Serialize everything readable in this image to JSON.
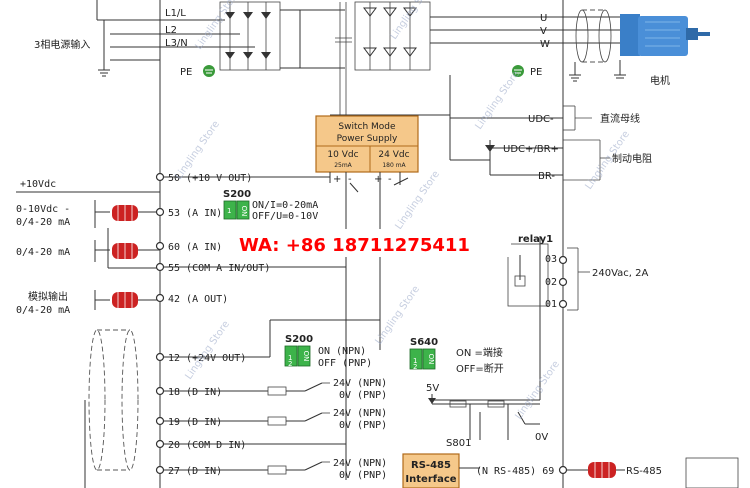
{
  "mains_labels": {
    "l1": "L1/L",
    "l2": "L2",
    "l3": "L3/N",
    "pe": "PE",
    "three_phase_input": "3相电源输入"
  },
  "motor_labels": {
    "u": "U",
    "v": "V",
    "w": "W",
    "pe": "PE",
    "motor": "电机"
  },
  "dc_labels": {
    "udc_minus": "UDC-",
    "dc_bus": "直流母线",
    "udc_plus_br": "UDC+/BR+",
    "brake_resistor": "制动电阻",
    "br_minus": "BR-"
  },
  "power_supply": {
    "title1": "Switch Mode",
    "title2": "Power Supply",
    "v10": "10 Vdc",
    "v10_current": "25mA",
    "v24": "24 Vdc",
    "v24_current": "180 mA",
    "plus": "+",
    "minus": "-"
  },
  "left_labels": {
    "p10vdc": "+10Vdc",
    "ain53_range1": "0-10Vdc -",
    "ain53_range2": "0/4-20 mA",
    "ain60_range": "0/4-20 mA",
    "aout_desc": "模拟输出",
    "aout_range": "0/4-20 mA"
  },
  "terminals": {
    "t50": "50 (+10 V OUT)",
    "t53": "53 (A IN)",
    "t60": "60 (A IN)",
    "t55": "55 (COM A IN/OUT)",
    "t42": "42 (A OUT)",
    "t12": "12 (+24V OUT)",
    "t18": "18 (D IN)",
    "t19": "19 (D IN)",
    "t20": "20 (COM D IN)",
    "t27": "27 (D IN)"
  },
  "switch_s200_a": {
    "name": "S200",
    "on": "ON",
    "pos1": "1",
    "pos2": "2",
    "desc1": "ON/I=0-20mA",
    "desc2": "OFF/U=0-10V"
  },
  "switch_s200_b": {
    "name": "S200",
    "on": "ON",
    "pos1": "1",
    "pos2": "2",
    "desc1": "ON  (NPN)",
    "desc2": "OFF (PNP)"
  },
  "switch_s640": {
    "name": "S640",
    "on": "ON",
    "pos1": "1",
    "pos2": "2",
    "desc1": "ON =端接",
    "desc2": "OFF=断开"
  },
  "din_labels": {
    "d18_24": "24V (NPN)",
    "d18_0": "0V (PNP)",
    "d19_24": "24V (NPN)",
    "d19_0": "0V (PNP)",
    "d27_24": "24V (NPN)",
    "d27_0": "0V (PNP)"
  },
  "relay": {
    "name": "relay1",
    "n03": "03",
    "n02": "02",
    "n01": "01",
    "rating": "240Vac, 2A"
  },
  "rs485": {
    "s801": "S801",
    "v5": "5V",
    "v0": "0V",
    "box1": "RS-485",
    "box2": "Interface",
    "term": "(N RS-485) 69",
    "ext": "RS-485"
  },
  "contact_banner": "WA: +86 18711275411",
  "watermark": "Lingling Store",
  "colors": {
    "ps_fill": "#f5c88a",
    "ps_border": "#b06a1a",
    "switch_green": "#3db34a",
    "ground_green": "#3a9a3a",
    "motor_blue": "#4a8fd8",
    "banner_red": "#ff0000",
    "connector_red": "#cc2222"
  }
}
